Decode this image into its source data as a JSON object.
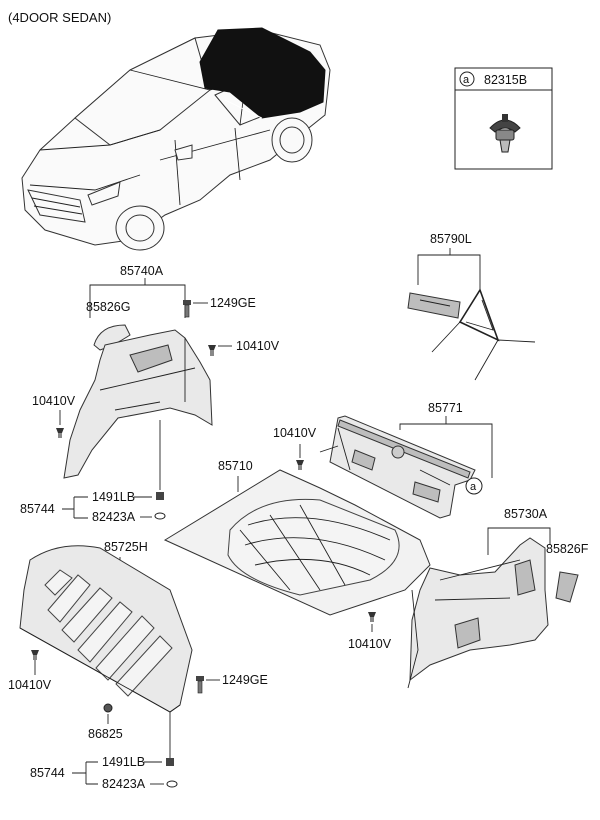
{
  "title": "(4DOOR SEDAN)",
  "legend": {
    "marker": "a",
    "part_no": "82315B"
  },
  "labels": {
    "p85790L": "85790L",
    "p85740A": "85740A",
    "p85826G": "85826G",
    "p1249GE_top": "1249GE",
    "p10410V_a": "10410V",
    "p10410V_b": "10410V",
    "p85771": "85771",
    "p10410V_c": "10410V",
    "marker_a": "a",
    "p85710": "85710",
    "p85744_top": "85744",
    "p1491LB_top": "1491LB",
    "p82423A_top": "82423A",
    "p85730A": "85730A",
    "p85826F": "85826F",
    "p85725H": "85725H",
    "p10410V_d": "10410V",
    "p10410V_e": "10410V",
    "p1249GE_bot": "1249GE",
    "p86825": "86825",
    "p85744_bot": "85744",
    "p1491LB_bot": "1491LB",
    "p82423A_bot": "82423A"
  }
}
